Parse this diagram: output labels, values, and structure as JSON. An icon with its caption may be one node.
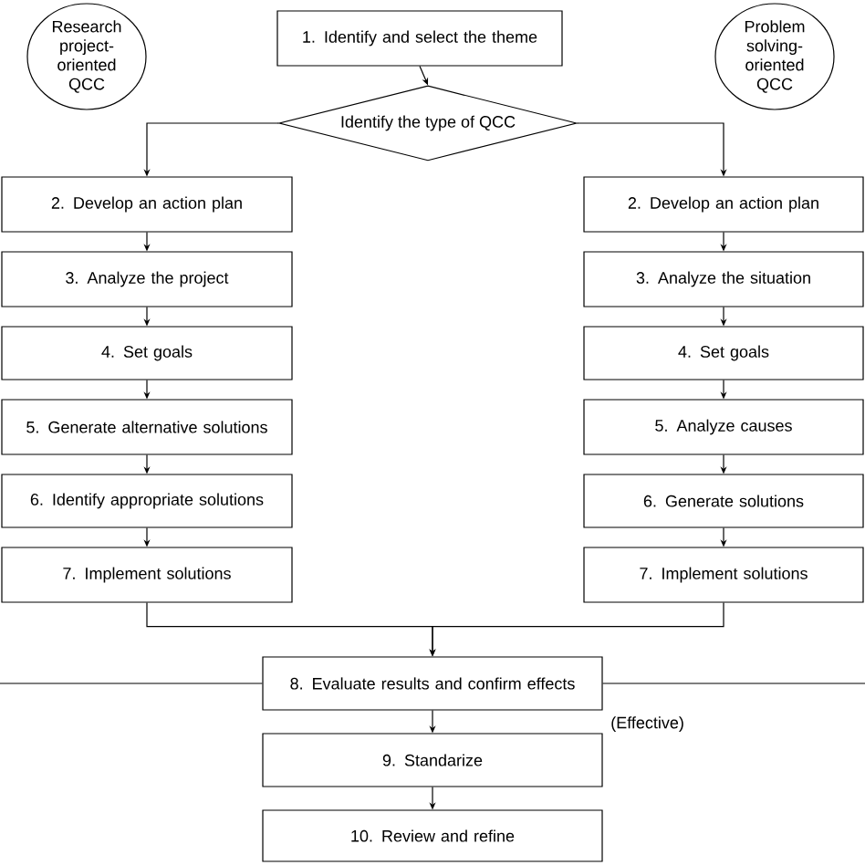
{
  "diagram": {
    "nodes": [
      {
        "text": [
          "Research project-oriented QCC"
        ]
      },
      {
        "text": [
          "1. Identify and select the theme"
        ]
      },
      {
        "text": [
          "Problem solving-oriented QCC"
        ]
      },
      {
        "text": [
          "Identify the type of QCC"
        ]
      },
      {
        "text": [
          "2. Develop an action plan"
        ]
      },
      {
        "text": [
          "3. Analyze the project"
        ]
      },
      {
        "text": [
          "4. Set goals"
        ]
      },
      {
        "text": [
          "5. Generate alternative solutions"
        ]
      },
      {
        "text": [
          "6. Identify appropriate solutions"
        ]
      },
      {
        "text": [
          "7. Implement solutions"
        ]
      },
      {
        "text": [
          "2. Develop an action plan"
        ]
      },
      {
        "text": [
          "3. Analyze the situation"
        ]
      },
      {
        "text": [
          "4. Set goals"
        ]
      },
      {
        "text": [
          "5. Analyze causes"
        ]
      },
      {
        "text": [
          "6. Generate solutions"
        ]
      },
      {
        "text": [
          "7. Implement solutions"
        ]
      },
      {
        "text": [
          "8. Evaluate results and confirm effects"
        ],
        "beside": [
          "(Effective)"
        ]
      },
      {
        "text": [
          "9. Standarize"
        ]
      },
      {
        "text": [
          "10. Review and refine"
        ]
      }
    ],
    "edges": [
      {
        "from": 1,
        "to": 3,
        "arrow": "to"
      },
      {
        "from": 3,
        "to": 4,
        "arrow": "to"
      },
      {
        "from": 3,
        "to": 10,
        "arrow": "to"
      },
      {
        "from": 4,
        "to": 5,
        "arrow": "to"
      },
      {
        "from": 5,
        "to": 6,
        "arrow": "to"
      },
      {
        "from": 6,
        "to": 7,
        "arrow": "to"
      },
      {
        "from": 7,
        "to": 8,
        "arrow": "to"
      },
      {
        "from": 8,
        "to": 9,
        "arrow": "to"
      },
      {
        "from": 10,
        "to": 11,
        "arrow": "to"
      },
      {
        "from": 11,
        "to": 12,
        "arrow": "to"
      },
      {
        "from": 12,
        "to": 13,
        "arrow": "to"
      },
      {
        "from": 13,
        "to": 14,
        "arrow": "to"
      },
      {
        "from": 14,
        "to": 15,
        "arrow": "to"
      },
      {
        "from": 9,
        "to": 16,
        "arrow": "to"
      },
      {
        "from": 15,
        "to": 16,
        "arrow": "to"
      },
      {
        "from": 16,
        "to": 17,
        "arrow": "to"
      },
      {
        "from": 17,
        "to": 18,
        "arrow": "to"
      },
      {
        "from": 16,
        "to": null,
        "arrow": "none"
      },
      {
        "from": 16,
        "to": null,
        "arrow": "none"
      }
    ]
  }
}
